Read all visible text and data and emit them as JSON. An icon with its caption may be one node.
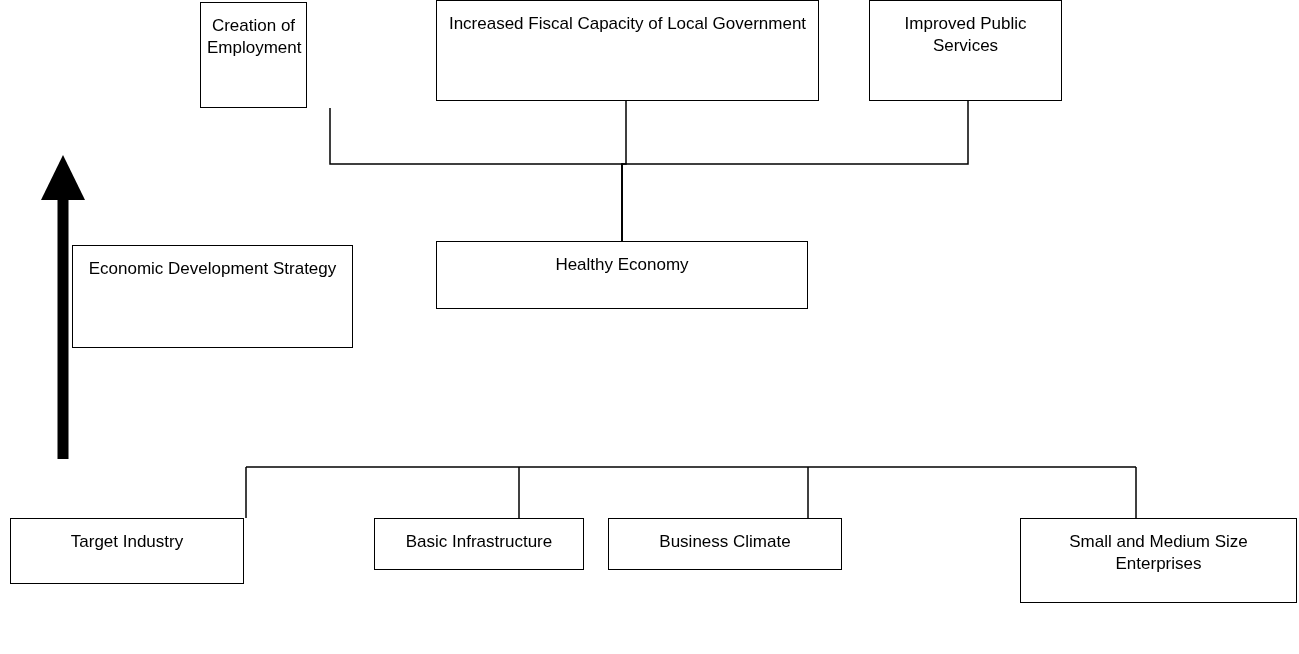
{
  "diagram": {
    "nodes": [
      {
        "text": [
          "Creation of Employment"
        ]
      },
      {
        "text": [
          "Increased Fiscal Capacity of Local Government"
        ]
      },
      {
        "text": [
          "Improved Public Services"
        ]
      },
      {
        "text": [
          "Economic Development Strategy"
        ]
      },
      {
        "text": [
          "Healthy Economy"
        ]
      },
      {
        "text": [
          "Target Industry"
        ]
      },
      {
        "text": [
          "Basic Infrastructure"
        ]
      },
      {
        "text": [
          "Business Climate"
        ]
      },
      {
        "text": [
          "Small and Medium Size Enterprises"
        ]
      }
    ],
    "edges": [
      {
        "from": 4,
        "to": 0,
        "arrow": "none"
      },
      {
        "from": 4,
        "to": 1,
        "arrow": "none"
      },
      {
        "from": 4,
        "to": 2,
        "arrow": "none"
      },
      {
        "from": null,
        "to": 5,
        "arrow": "none"
      },
      {
        "from": null,
        "to": 6,
        "arrow": "none"
      },
      {
        "from": null,
        "to": 7,
        "arrow": "none"
      },
      {
        "from": null,
        "to": 8,
        "arrow": "none"
      }
    ]
  }
}
